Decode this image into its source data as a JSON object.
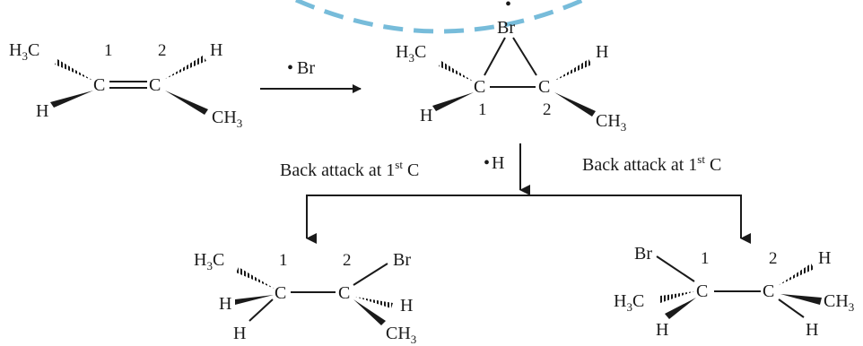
{
  "colors": {
    "ink": "#1a1a1a",
    "watermark": "#5fb0d3"
  },
  "reactant": {
    "c1_group_up": "H",
    "c1_group_up_sub": "3",
    "c1_group_up_tail": "C",
    "c1_group_down": "H",
    "c1_atom": "C",
    "c2_atom": "C",
    "c1_num": "1",
    "c2_num": "2",
    "c2_group_up": "H",
    "c2_group_down": "CH",
    "c2_group_down_sub": "3"
  },
  "arrow_reagent": {
    "dot": "•",
    "label": "Br"
  },
  "bromonium": {
    "br_dot": "•",
    "br_label": "Br",
    "c1_group_up": "H",
    "c1_group_up_sub": "3",
    "c1_group_up_tail": "C",
    "c1_group_down": "H",
    "c1_atom": "C",
    "c2_atom": "C",
    "c1_num": "1",
    "c2_num": "2",
    "c2_group_up": "H",
    "c2_group_down": "CH",
    "c2_group_down_sub": "3"
  },
  "branch": {
    "left_label_pre": "Back attack at 1",
    "left_label_sup": "st",
    "left_label_post": " C",
    "right_label_pre": "Back attack at 1",
    "right_label_sup": "st",
    "right_label_post": " C",
    "reagent_dot": "•",
    "reagent_label": "H"
  },
  "product_left": {
    "c1_group_up": "H",
    "c1_group_up_sub": "3",
    "c1_group_up_tail": "C",
    "c1_group_mid": "H",
    "c1_group_down": "H",
    "c1_atom": "C",
    "c2_atom": "C",
    "c1_num": "1",
    "c2_num": "2",
    "c2_group_up": "Br",
    "c2_group_mid": "H",
    "c2_group_down": "CH",
    "c2_group_down_sub": "3"
  },
  "product_right": {
    "c1_group_up": "Br",
    "c1_group_mid": "H",
    "c1_group_mid_sub": "3",
    "c1_group_mid_tail": "C",
    "c1_group_down": "H",
    "c1_atom": "C",
    "c2_atom": "C",
    "c1_num": "1",
    "c2_num": "2",
    "c2_group_up": "H",
    "c2_group_mid": "CH",
    "c2_group_mid_sub": "3",
    "c2_group_down": "H"
  }
}
